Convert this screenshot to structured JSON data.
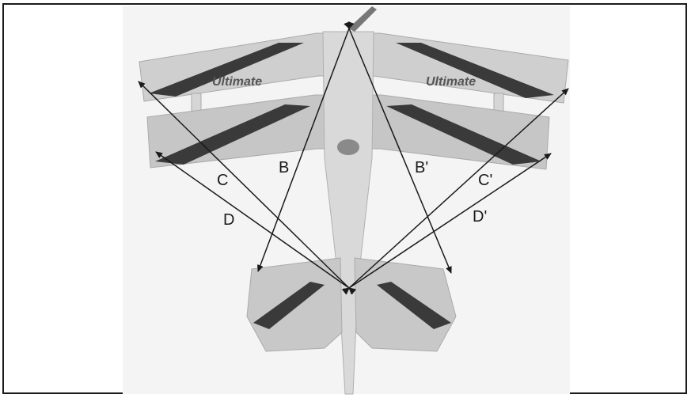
{
  "aircraft": {
    "wing_marking_left": "Ultimate",
    "wing_marking_right": "Ultimate"
  },
  "measurements": {
    "labels": [
      "B",
      "B'",
      "C",
      "C'",
      "D",
      "D'"
    ]
  },
  "colors": {
    "frame": "#1a1a1a",
    "line": "#1a1a1a",
    "wing_fill": "#c9c9c9",
    "stripe_dark": "#3a3a3a"
  }
}
